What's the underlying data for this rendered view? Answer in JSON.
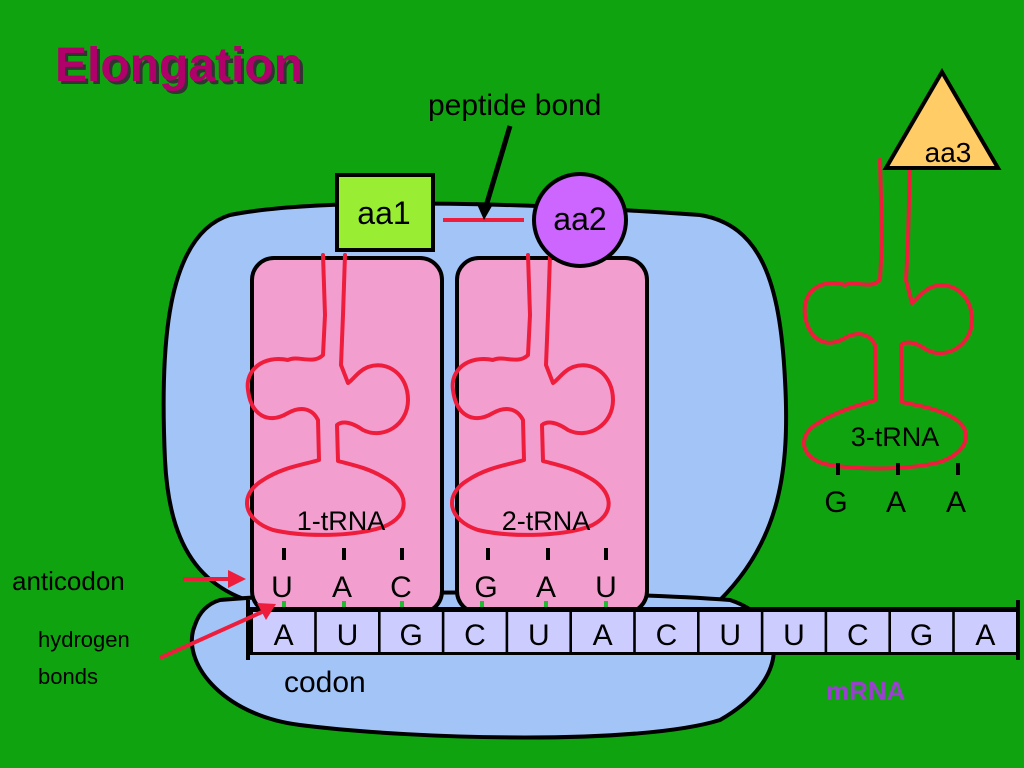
{
  "title": "Elongation",
  "labels": {
    "peptide_bond": "peptide bond",
    "anticodon": "anticodon",
    "hydrogen_bonds_line1": "hydrogen",
    "hydrogen_bonds_line2": "bonds",
    "codon": "codon",
    "mrna": "mRNA"
  },
  "amino_acids": [
    "aa1",
    "aa2",
    "aa3"
  ],
  "trnas": [
    {
      "label": "1-tRNA",
      "anticodon": [
        "U",
        "A",
        "C"
      ]
    },
    {
      "label": "2-tRNA",
      "anticodon": [
        "G",
        "A",
        "U"
      ]
    },
    {
      "label": "3-tRNA",
      "anticodon": [
        "G",
        "A",
        "A"
      ]
    }
  ],
  "mrna_bases": [
    "A",
    "U",
    "G",
    "C",
    "U",
    "A",
    "C",
    "U",
    "U",
    "C",
    "G",
    "A"
  ],
  "colors": {
    "background": "#0fa30f",
    "ribosome": "#a3c4f7",
    "trna_site": "#f29fcf",
    "trna_strand": "#ee1d3c",
    "aa1": "#99ee33",
    "aa2": "#cc66ff",
    "aa3": "#ffcc66",
    "mrna_cell": "#ccccff",
    "title": "#b0006a",
    "mrna_label": "#9b3fd1"
  }
}
